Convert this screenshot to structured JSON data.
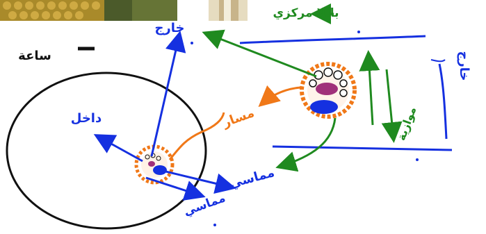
{
  "labels": {
    "clock": "ساعة",
    "inside": "داخل",
    "outside_top": "خارج",
    "outside_right": "خارج",
    "perpendicular_top": "باللا مركزي",
    "main_path": "مسار",
    "parallel_low": "موازية",
    "tangent": "مماسي",
    "down_arrow": "مماسي"
  },
  "colors": {
    "blue": "#1530e0",
    "green": "#1f8a1f",
    "orange": "#f07818",
    "black": "#111111",
    "purple": "#a0307a"
  }
}
